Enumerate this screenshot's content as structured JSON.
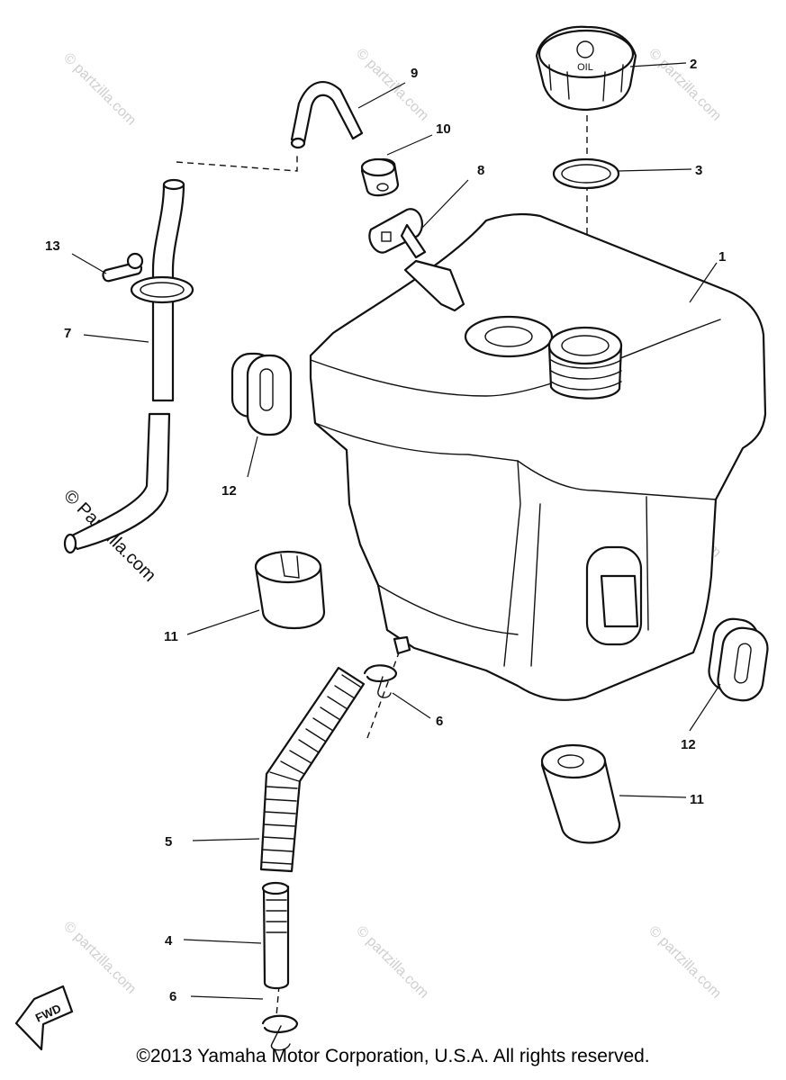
{
  "callouts": {
    "c1": "1",
    "c2": "2",
    "c3": "3",
    "c4": "4",
    "c5": "5",
    "c6a": "6",
    "c6b": "6",
    "c7": "7",
    "c8": "8",
    "c9": "9",
    "c10": "10",
    "c11a": "11",
    "c11b": "11",
    "c12a": "12",
    "c12b": "12",
    "c13": "13"
  },
  "cap_marking": "OIL",
  "fwd_label": "FWD",
  "watermark": {
    "small": "© partzilla.com",
    "large": "© Partzilla.com"
  },
  "copyright": "©2013  Yamaha Motor Corporation, U.S.A. All rights reserved."
}
